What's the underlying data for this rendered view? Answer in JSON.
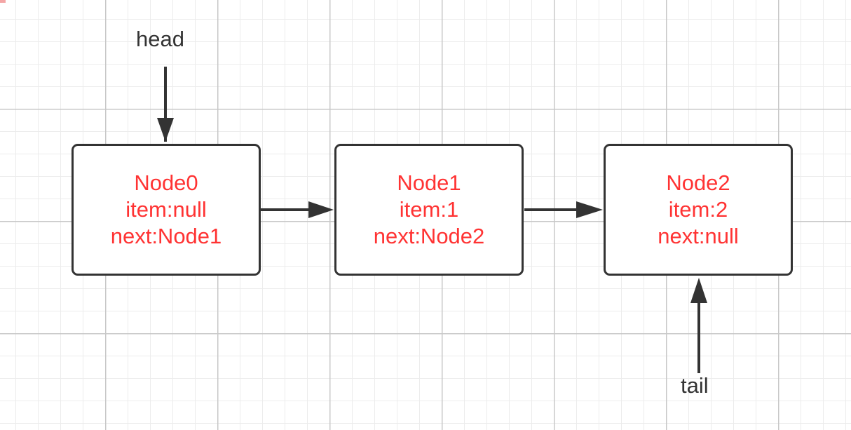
{
  "labels": {
    "head": "head",
    "tail": "tail"
  },
  "nodes": [
    {
      "name": "Node0",
      "item": "item:null",
      "next": "next:Node1"
    },
    {
      "name": "Node1",
      "item": "item:1",
      "next": "next:Node2"
    },
    {
      "name": "Node2",
      "item": "item:2",
      "next": "next:null"
    }
  ],
  "colors": {
    "node_text": "#ff3333",
    "stroke": "#333333",
    "grid": "#c8c8c8"
  }
}
